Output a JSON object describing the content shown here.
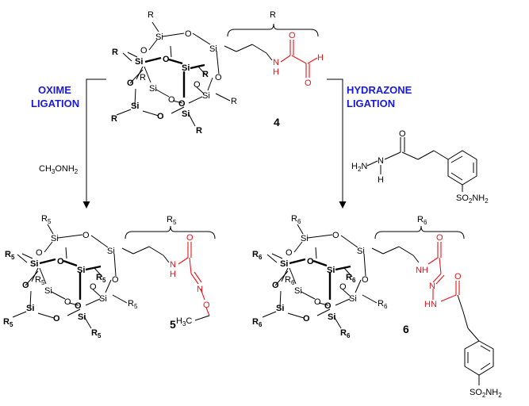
{
  "reactions": {
    "left_line1": "OXIME",
    "left_line2": "LIGATION",
    "right_line1": "HYDRAZONE",
    "right_line2": "LIGATION",
    "left_reagent": "CH3ONH2",
    "right_reagent_sulfonamide": "SO2NH2",
    "right_reagent_amine": "H2N",
    "right_reagent_nh": "N",
    "right_reagent_h": "H",
    "right_reagent_o": "O"
  },
  "compounds": {
    "c4": {
      "number": "4",
      "substituent": "R"
    },
    "c5": {
      "number": "5",
      "substituent": "R5",
      "methyl": "H3C"
    },
    "c6": {
      "number": "6",
      "substituent": "R6",
      "sulfonamide": "SO2NH2"
    }
  },
  "atoms": {
    "si": "Si",
    "o": "O",
    "n": "N",
    "h": "H",
    "nh": "NH",
    "hn": "HN"
  },
  "colors": {
    "label_blue": "#1a1ad6",
    "ligation_red": "#e8141c",
    "ink": "#000000"
  }
}
